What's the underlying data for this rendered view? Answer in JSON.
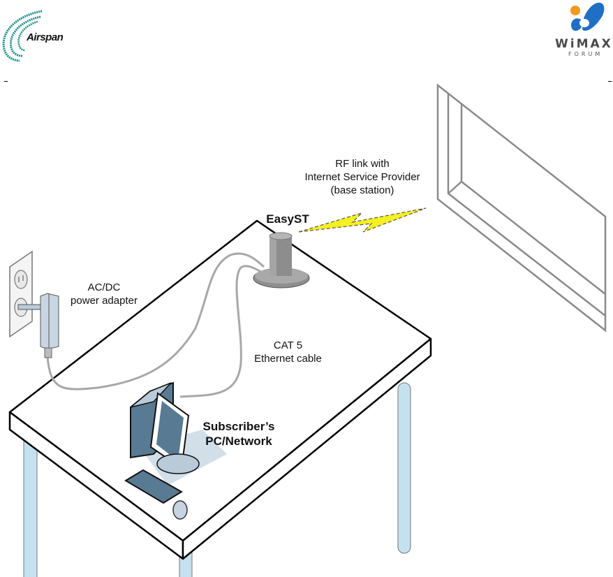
{
  "header": {
    "left_logo": {
      "name": "Airspan",
      "text": "Airspan",
      "accent_color": "#1a8f8a"
    },
    "right_logo": {
      "name": "WiMAX Forum",
      "text_main": "WiMAX",
      "text_sub": "FORUM",
      "colors": {
        "orange": "#f29a1f",
        "blue": "#1f6fc4",
        "text": "#4a4a4a"
      }
    }
  },
  "diagram": {
    "title": "EasyST installation setup",
    "labels": {
      "rf_link": [
        "RF link with",
        "Internet Service Provider",
        "(base station)"
      ],
      "device": "EasyST",
      "power_adapter": [
        "AC/DC",
        "power adapter"
      ],
      "ethernet_cable": [
        "CAT 5",
        "Ethernet cable"
      ],
      "pc": [
        "Subscriber’s",
        "PC/Network"
      ]
    },
    "colors": {
      "outline": "#000000",
      "window_frame": "#8a8a8a",
      "table_leg": "#c5e1ef",
      "lightning": "#f5f020",
      "device_gray": "#8f8f8f",
      "pc_blue": "#587a93",
      "pc_light": "#b9cad8",
      "cable": "#a8a8a8",
      "outlet": "#f0f0f0"
    }
  }
}
